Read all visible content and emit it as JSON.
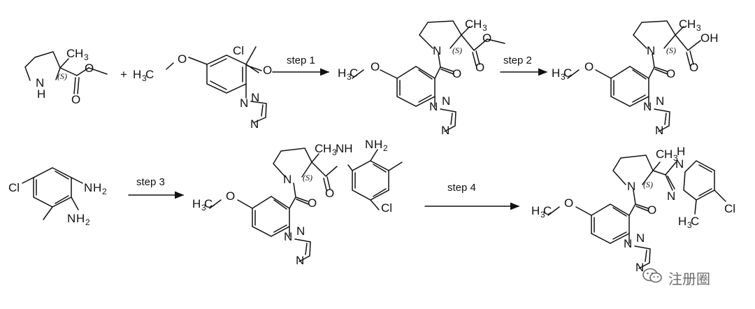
{
  "scheme": {
    "steps": [
      "step 1",
      "step 2",
      "step 3",
      "step 4"
    ],
    "plus": "+",
    "stereo": "(S)"
  },
  "atoms": {
    "N": "N",
    "NH": "N",
    "H": "H",
    "O": "O",
    "OH": "OH",
    "Cl": "Cl",
    "C": "C",
    "CH": "CH",
    "sub3": "3",
    "sub2": "2",
    "NH_label": "NH",
    "H3C_H": "H"
  },
  "watermark": {
    "text": "注册圈",
    "icon": "wechat-icon",
    "color": "#6b6b6b"
  }
}
